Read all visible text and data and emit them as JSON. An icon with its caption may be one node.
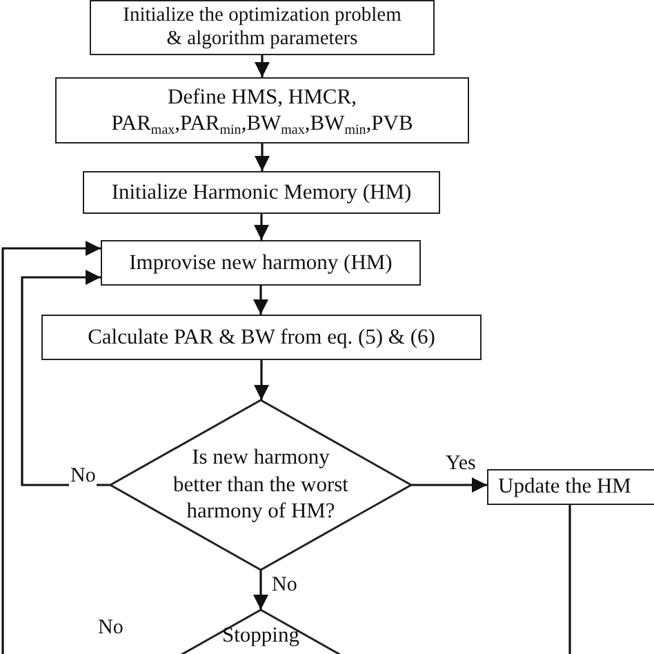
{
  "diagram": {
    "nodes": [
      {
        "text": [
          "Initialize the optimization problem & algorithm parameters"
        ]
      },
      {
        "text": [
          "Define HMS, HMCR, PAR$_{max}$,PAR$_{min}$,BW$_{max}$,BW$_{min}$,PVB"
        ]
      },
      {
        "text": [
          "Initialize Harmonic Memory (HM)"
        ]
      },
      {
        "text": [
          "Improvise new harmony (HM)"
        ]
      },
      {
        "text": [
          "Calculate PAR & BW from eq. (5) & (6)"
        ]
      },
      {
        "text": [
          "Is new harmony better than the worst harmony of HM?"
        ]
      },
      {
        "text": [
          "Update the HM"
        ]
      },
      {
        "text": [
          "Stopping"
        ]
      }
    ],
    "edges": [
      {
        "from": 0,
        "to": 1,
        "arrow": "to"
      },
      {
        "from": 1,
        "to": 2,
        "arrow": "to"
      },
      {
        "from": 2,
        "to": 3,
        "arrow": "to"
      },
      {
        "from": 3,
        "to": 4,
        "arrow": "to"
      },
      {
        "from": 4,
        "to": 5,
        "arrow": "to"
      },
      {
        "from": 5,
        "to": 6,
        "arrow": "to",
        "label": "Yes"
      },
      {
        "from": 5,
        "to": 7,
        "arrow": "to",
        "label": "No"
      },
      {
        "from": 5,
        "to": 3,
        "arrow": "to",
        "label": "No"
      },
      {
        "from": 6,
        "to": null,
        "arrow": "none"
      },
      {
        "from": 7,
        "to": 3,
        "arrow": "to",
        "label": "No"
      }
    ]
  }
}
